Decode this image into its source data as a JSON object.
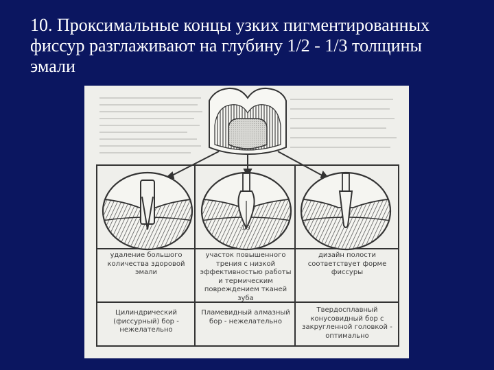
{
  "slide": {
    "title": "10. Проксимальные концы узких пигментированных фиссур разглаживают на глубину 1/2 - 1/3 толщины эмали"
  },
  "figure": {
    "annotation": "-1/3",
    "row1": [
      "удаление большого количества здоровой эмали",
      "участок повышенного трения с низкой эффективностью работы и термическим повреждением тканей зуба",
      "дизайн полости соответствует форме фиссуры"
    ],
    "row2": [
      "Цилиндрический (фиссурный) бор - нежелательно",
      "Пламевидный алмазный бор - нежелательно",
      "Твердосплавный конусовидный бор с закругленной головкой - оптимально"
    ]
  }
}
